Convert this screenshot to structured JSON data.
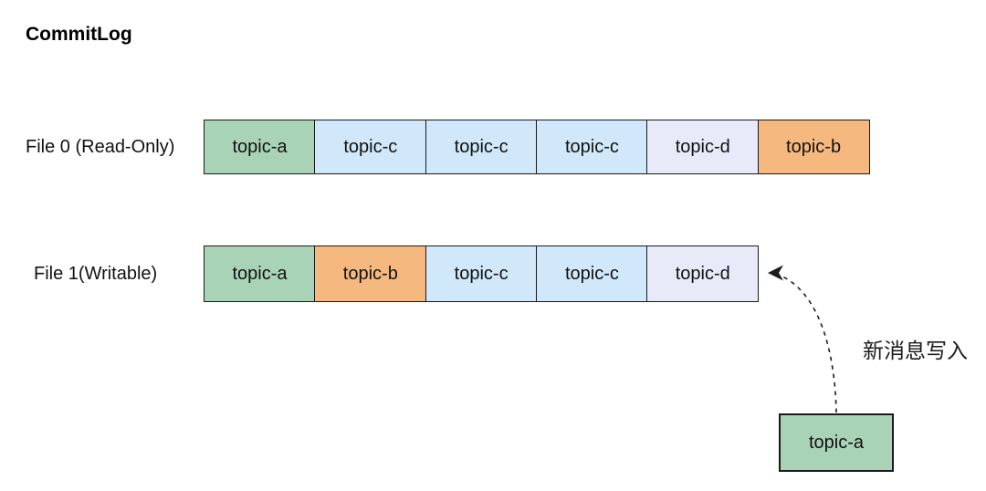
{
  "title": "CommitLog",
  "colors": {
    "green": "#a9d3b6",
    "blue": "#d0e8fa",
    "lavender": "#e8eafa",
    "orange": "#f5b87e",
    "border": "#1a1a1a"
  },
  "files": [
    {
      "label": "File 0 (Read-Only)",
      "segments": [
        {
          "label": "topic-a",
          "color": "green"
        },
        {
          "label": "topic-c",
          "color": "blue"
        },
        {
          "label": "topic-c",
          "color": "blue"
        },
        {
          "label": "topic-c",
          "color": "blue"
        },
        {
          "label": "topic-d",
          "color": "lavender"
        },
        {
          "label": "topic-b",
          "color": "orange"
        }
      ]
    },
    {
      "label": "File 1(Writable)",
      "segments": [
        {
          "label": "topic-a",
          "color": "green"
        },
        {
          "label": "topic-b",
          "color": "orange"
        },
        {
          "label": "topic-c",
          "color": "blue"
        },
        {
          "label": "topic-c",
          "color": "blue"
        },
        {
          "label": "topic-d",
          "color": "lavender"
        }
      ]
    }
  ],
  "annotation": "新消息写入",
  "new_message_box": {
    "label": "topic-a",
    "color": "green"
  }
}
